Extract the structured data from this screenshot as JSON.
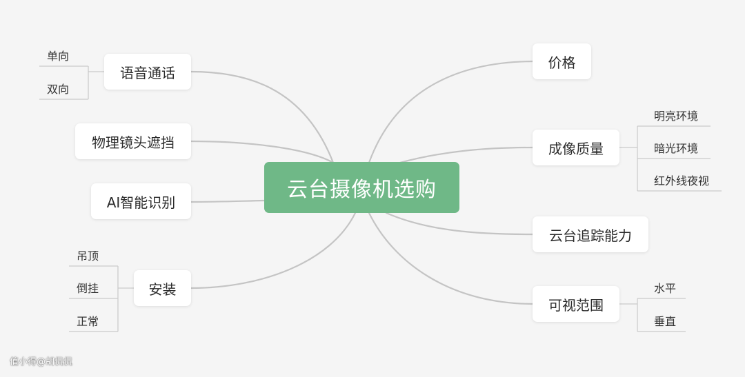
{
  "root": {
    "label": "云台摄像机选购"
  },
  "colors": {
    "root_bg": "#6fb887",
    "link": "#c4c4c4",
    "node_bg": "#ffffff",
    "canvas_bg": "#f5f5f5"
  },
  "left_branches": [
    {
      "label": "语音通话",
      "children": [
        "单向",
        "双向"
      ]
    },
    {
      "label": "物理镜头遮挡",
      "children": []
    },
    {
      "label": "AI智能识别",
      "children": []
    },
    {
      "label": "安装",
      "children": [
        "吊顶",
        "倒挂",
        "正常"
      ]
    }
  ],
  "right_branches": [
    {
      "label": "价格",
      "children": []
    },
    {
      "label": "成像质量",
      "children": [
        "明亮环境",
        "暗光环境",
        "红外线夜视"
      ]
    },
    {
      "label": "云台追踪能力",
      "children": []
    },
    {
      "label": "可视范围",
      "children": [
        "水平",
        "垂直"
      ]
    }
  ],
  "watermark": "值小得@胡侃侃"
}
